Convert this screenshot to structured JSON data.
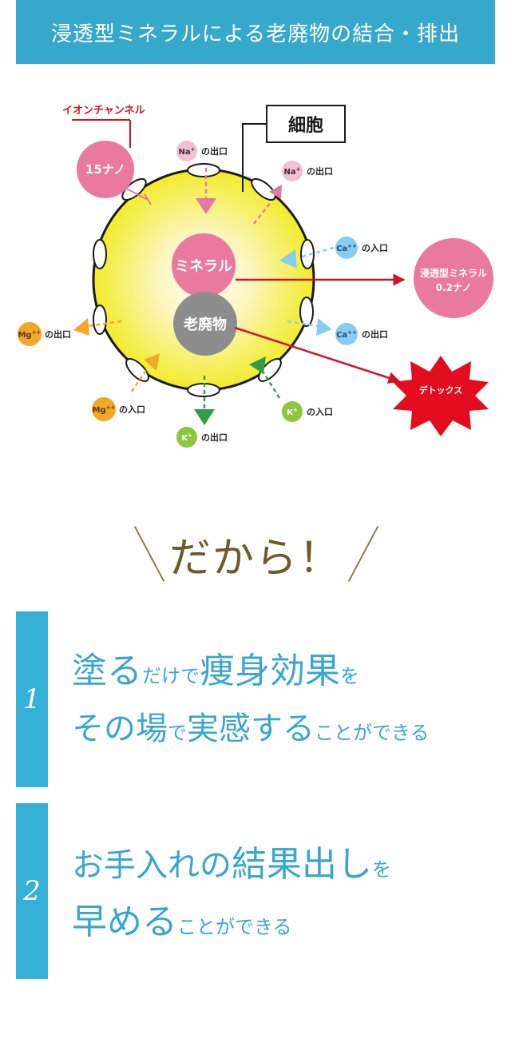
{
  "header": {
    "title": "浸透型ミネラルによる老廃物の結合・排出"
  },
  "diagram": {
    "ion_channel_label": "イオンチャンネル",
    "channel_size": "15ナノ",
    "cell_label": "細胞",
    "mineral_label": "ミネラル",
    "waste_label": "老廃物",
    "penetrating_mineral": {
      "line1": "浸透型ミネラル",
      "line2": "0.2ナノ"
    },
    "detox_label": "デトックス",
    "ions": [
      {
        "ion": "Na",
        "charge": "+",
        "label": "の出口"
      },
      {
        "ion": "Na",
        "charge": "+",
        "label": "の出口"
      },
      {
        "ion": "Ca",
        "charge": "++",
        "label": "の入口"
      },
      {
        "ion": "Ca",
        "charge": "++",
        "label": "の出口"
      },
      {
        "ion": "Mg",
        "charge": "++",
        "label": "の出口"
      },
      {
        "ion": "Mg",
        "charge": "++",
        "label": "の入口"
      },
      {
        "ion": "K",
        "charge": "+",
        "label": "の出口"
      },
      {
        "ion": "K",
        "charge": "+",
        "label": "の入口"
      }
    ],
    "colors": {
      "na": "#f4bfd2",
      "ca": "#87cdf0",
      "mg": "#f3a72a",
      "k": "#8cc63f",
      "arrow_red": "#d0142b",
      "mineral": "#e9799f",
      "waste": "#8d8d8d"
    }
  },
  "dakara": {
    "text": "だから！"
  },
  "points": [
    {
      "number": "1",
      "line1": [
        {
          "t": "塗る",
          "s": "big"
        },
        {
          "t": "だけで",
          "s": "sm"
        },
        {
          "t": "痩身効果",
          "s": "big"
        },
        {
          "t": "を",
          "s": "sm"
        }
      ],
      "line2": [
        {
          "t": "その場",
          "s": "mid"
        },
        {
          "t": "で",
          "s": "sm"
        },
        {
          "t": "実感する",
          "s": "mid"
        },
        {
          "t": "ことができる",
          "s": "sm"
        }
      ]
    },
    {
      "number": "2",
      "line1": [
        {
          "t": "お手入れの",
          "s": "mid"
        },
        {
          "t": "結果出し",
          "s": "big"
        },
        {
          "t": "を",
          "s": "sm"
        }
      ],
      "line2": [
        {
          "t": "早める",
          "s": "big"
        },
        {
          "t": "ことができる",
          "s": "sm"
        }
      ]
    }
  ]
}
